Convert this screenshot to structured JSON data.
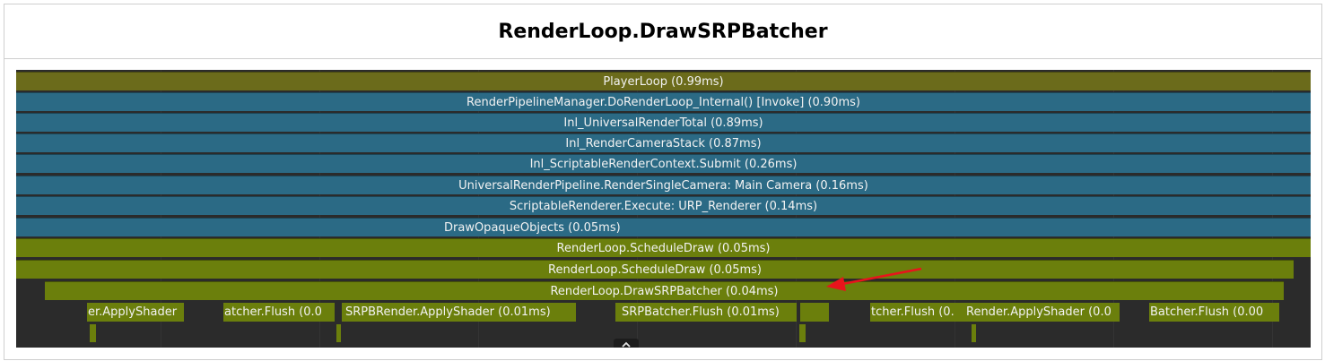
{
  "title": "RenderLoop.DrawSRPBatcher",
  "colors": {
    "player_loop": "#6b6b1b",
    "render_pipeline": "#2b6a85",
    "render_loop": "#6b7f0c",
    "panel_background": "#2b2b2b",
    "annotation_arrow": "#e8141c"
  },
  "flame_rows": [
    "PlayerLoop (0.99ms)",
    "RenderPipelineManager.DoRenderLoop_Internal() [Invoke] (0.90ms)",
    "Inl_UniversalRenderTotal (0.89ms)",
    "Inl_RenderCameraStack (0.87ms)",
    "Inl_ScriptableRenderContext.Submit (0.26ms)",
    "UniversalRenderPipeline.RenderSingleCamera: Main Camera (0.16ms)",
    "ScriptableRenderer.Execute: URP_Renderer (0.14ms)",
    "DrawOpaqueObjects (0.05ms)",
    "RenderLoop.ScheduleDraw (0.05ms)",
    "RenderLoop.ScheduleDraw (0.05ms)",
    "RenderLoop.DrawSRPBatcher (0.04ms)"
  ],
  "leaf_samples": [
    "er.ApplyShader",
    "atcher.Flush (0.0",
    "SRPBRender.ApplyShader (0.01ms)",
    "SRPBatcher.Flush (0.01ms)",
    "",
    "tcher.Flush (0.",
    "Render.ApplyShader (0.0",
    "Batcher.Flush (0.00"
  ],
  "icons": {
    "collapse_toggle": "chevron-up-icon",
    "annotation": "red-arrow-icon"
  }
}
